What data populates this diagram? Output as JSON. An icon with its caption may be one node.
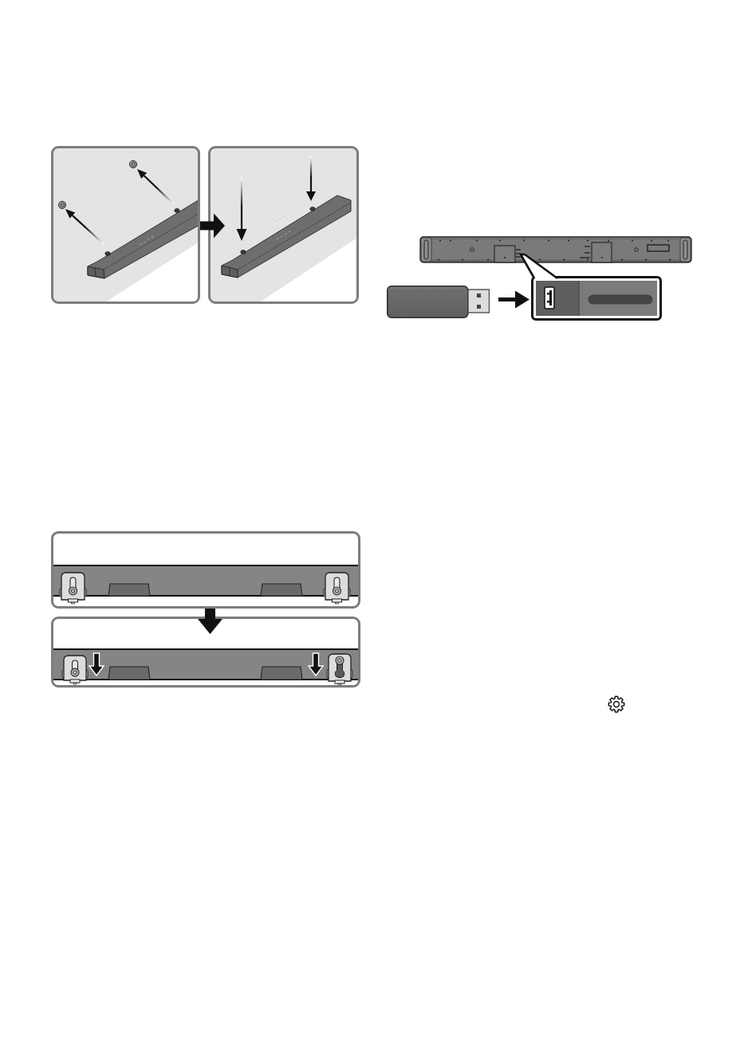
{
  "diagram": {
    "nodes": [
      {
        "text": [],
        "shape": "picture"
      },
      {
        "text": [],
        "shape": "picture"
      },
      {
        "text": [],
        "shape": "picture"
      },
      {
        "text": [],
        "shape": "picture"
      },
      {
        "text": [],
        "shape": "picture"
      },
      {
        "text": [],
        "shape": "picture"
      },
      {
        "text": [],
        "shape": "picture"
      }
    ],
    "edges": [
      {
        "from": 0,
        "to": 1,
        "arrow": "to",
        "style": "thick"
      },
      {
        "from": 2,
        "to": 4,
        "arrow": "none"
      },
      {
        "from": 3,
        "to": 4,
        "arrow": "to"
      },
      {
        "from": 5,
        "to": 6,
        "arrow": "to",
        "style": "thick"
      }
    ]
  }
}
